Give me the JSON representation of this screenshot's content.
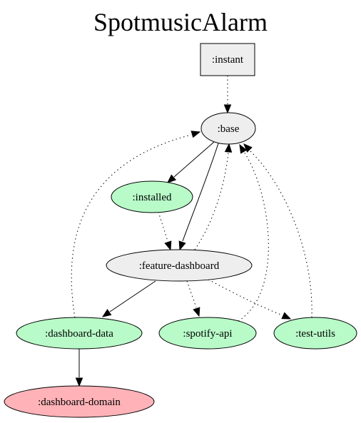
{
  "title": "SpotmusicAlarm",
  "nodes": {
    "instant": {
      "label": ":instant",
      "shape": "box",
      "fill": "#eeeeee"
    },
    "base": {
      "label": ":base",
      "shape": "ellipse",
      "fill": "#eeeeee"
    },
    "installed": {
      "label": ":installed",
      "shape": "ellipse",
      "fill": "#b8fbc8"
    },
    "feature_dashboard": {
      "label": ":feature-dashboard",
      "shape": "ellipse",
      "fill": "#eeeeee"
    },
    "dashboard_data": {
      "label": ":dashboard-data",
      "shape": "ellipse",
      "fill": "#b8fbc8"
    },
    "spotify_api": {
      "label": ":spotify-api",
      "shape": "ellipse",
      "fill": "#b8fbc8"
    },
    "test_utils": {
      "label": ":test-utils",
      "shape": "ellipse",
      "fill": "#b8fbc8"
    },
    "dashboard_domain": {
      "label": ":dashboard-domain",
      "shape": "ellipse",
      "fill": "#ffb3b8"
    }
  },
  "edges": [
    {
      "from": "instant",
      "to": "base",
      "style": "dotted"
    },
    {
      "from": "base",
      "to": "installed",
      "style": "solid"
    },
    {
      "from": "base",
      "to": "feature_dashboard",
      "style": "solid"
    },
    {
      "from": "installed",
      "to": "feature_dashboard",
      "style": "dotted"
    },
    {
      "from": "feature_dashboard",
      "to": "base",
      "style": "dotted"
    },
    {
      "from": "feature_dashboard",
      "to": "dashboard_data",
      "style": "solid"
    },
    {
      "from": "feature_dashboard",
      "to": "spotify_api",
      "style": "dotted"
    },
    {
      "from": "feature_dashboard",
      "to": "test_utils",
      "style": "dotted"
    },
    {
      "from": "dashboard_data",
      "to": "base",
      "style": "dotted"
    },
    {
      "from": "dashboard_data",
      "to": "dashboard_domain",
      "style": "solid"
    },
    {
      "from": "spotify_api",
      "to": "base",
      "style": "dotted"
    },
    {
      "from": "test_utils",
      "to": "base",
      "style": "dotted"
    }
  ]
}
